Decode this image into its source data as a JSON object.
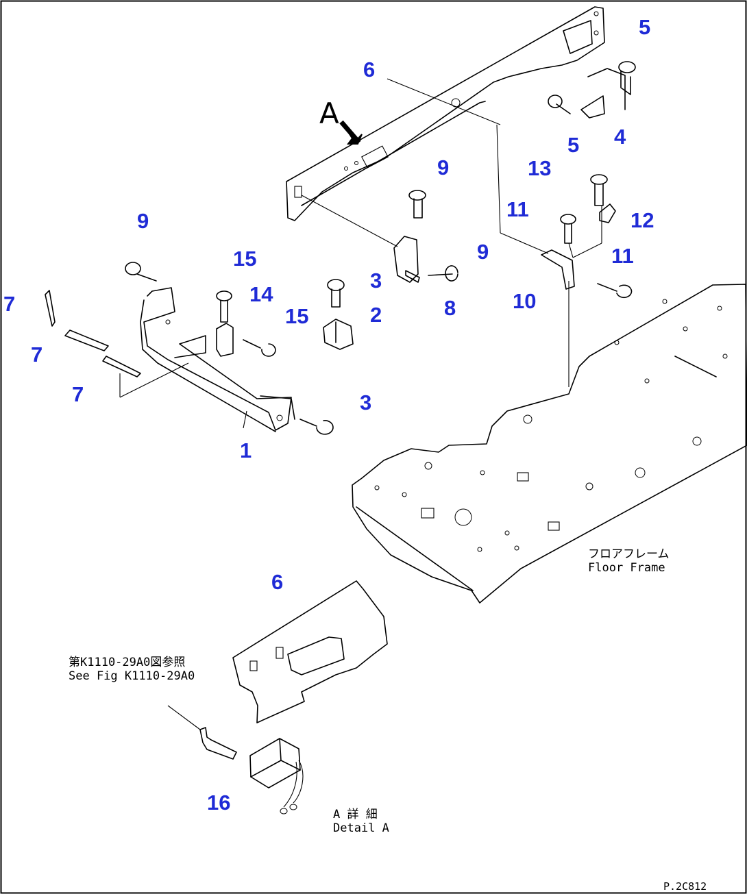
{
  "callouts": [
    {
      "id": "c5a",
      "text": "5"
    },
    {
      "id": "c6a",
      "text": "6"
    },
    {
      "id": "c5b",
      "text": "5"
    },
    {
      "id": "c4",
      "text": "4"
    },
    {
      "id": "c13",
      "text": "13"
    },
    {
      "id": "c9a",
      "text": "9"
    },
    {
      "id": "c11a",
      "text": "11"
    },
    {
      "id": "c12",
      "text": "12"
    },
    {
      "id": "c9b",
      "text": "9"
    },
    {
      "id": "c15a",
      "text": "15"
    },
    {
      "id": "c9c",
      "text": "9"
    },
    {
      "id": "c11b",
      "text": "11"
    },
    {
      "id": "c7a",
      "text": "7"
    },
    {
      "id": "c14",
      "text": "14"
    },
    {
      "id": "c3a",
      "text": "3"
    },
    {
      "id": "c10",
      "text": "10"
    },
    {
      "id": "c8",
      "text": "8"
    },
    {
      "id": "c15b",
      "text": "15"
    },
    {
      "id": "c2",
      "text": "2"
    },
    {
      "id": "c7b",
      "text": "7"
    },
    {
      "id": "c7c",
      "text": "7"
    },
    {
      "id": "c3b",
      "text": "3"
    },
    {
      "id": "c1",
      "text": "1"
    },
    {
      "id": "c6b",
      "text": "6"
    },
    {
      "id": "c16",
      "text": "16"
    }
  ],
  "view_marker": "A",
  "floor_frame": {
    "jp": "フロアフレーム",
    "en": "Floor Frame"
  },
  "reference": {
    "jp": "第K1110-29A0図参照",
    "en": "See Fig K1110-29A0"
  },
  "detail": {
    "jp": "A 詳 細",
    "en": "Detail A"
  },
  "drawing_code": "P.2C812",
  "colors": {
    "callout": "#1f2bd6",
    "line": "#000000",
    "paper": "#ffffff"
  }
}
